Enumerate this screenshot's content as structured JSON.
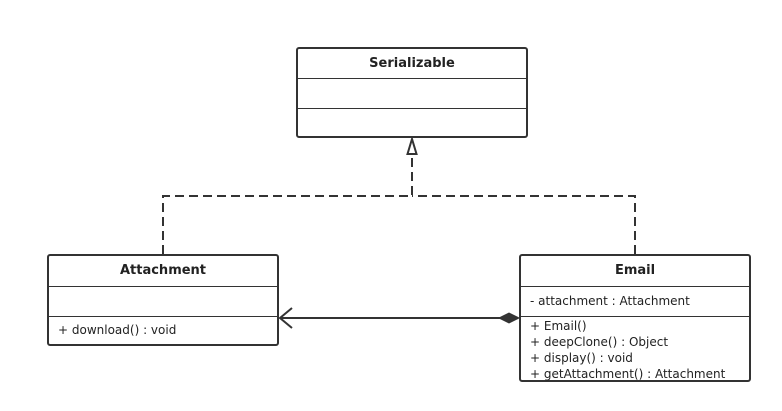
{
  "classes": {
    "serializable": {
      "name": "Serializable",
      "attributes": [],
      "operations": []
    },
    "attachment": {
      "name": "Attachment",
      "attributes": [],
      "operations": [
        "+ download() : void"
      ]
    },
    "email": {
      "name": "Email",
      "attributes": [
        "- attachment : Attachment"
      ],
      "operations": [
        "+ Email()",
        "+ deepClone() : Object",
        "+ display() : void",
        "+ getAttachment() : Attachment"
      ]
    }
  },
  "relationships": [
    {
      "type": "realization",
      "from": "Attachment",
      "to": "Serializable"
    },
    {
      "type": "realization",
      "from": "Email",
      "to": "Serializable"
    },
    {
      "type": "composition",
      "from": "Email",
      "to": "Attachment"
    }
  ],
  "colors": {
    "stroke": "#333333",
    "background": "#ffffff"
  }
}
